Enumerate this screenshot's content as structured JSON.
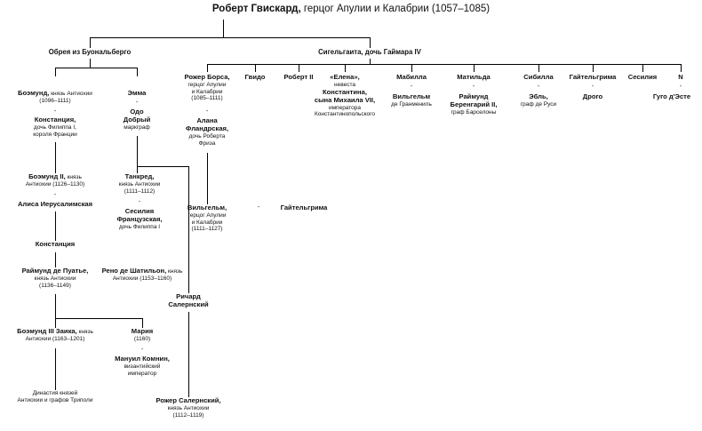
{
  "diagram": {
    "title_bold": "Роберт Гвискард,",
    "title_rest": " герцог Апулии и Калабрии (1057–1085)",
    "dash": "-",
    "wives": {
      "left": "Обрея из Буональберго",
      "right": "Сигельгаита, дочь Гаймара IV"
    },
    "nodes": {
      "boemund1_a": "Боэмунд,",
      "boemund1_b": " князь Антиохии",
      "boemund1_c": "(1096–1111)",
      "konstanciya_fr_a": "Констанция,",
      "konstanciya_fr_b": "дочь Филиппа I,",
      "konstanciya_fr_c": "короля Франции",
      "emma": "Эмма",
      "odo_a": "Одо",
      "odo_b": "Добрый",
      "odo_c": "маркграф",
      "boemund2_a": "Боэмунд II,",
      "boemund2_b": " князь",
      "boemund2_c": "Антиохии",
      "boemund2_d": " (1126–1130)",
      "alisa": "Алиса Иерусалимская",
      "konstanciya2": "Констанция",
      "tankred_a": "Танкред,",
      "tankred_b": "князь Антиохии",
      "tankred_c": "(1111–1112)",
      "sesiliya_fr_a": "Сесилия",
      "sesiliya_fr_b": "Французская,",
      "sesiliya_fr_c": "дочь Филиппа I",
      "raymund_puatie_a": "Раймунд де Пуатье,",
      "raymund_puatie_b": "князь Антиохии",
      "raymund_puatie_c": "(1136–1149)",
      "reno_a": "Рено де Шатильон,",
      "reno_b": " князь",
      "reno_c": "Антиохии",
      "reno_d": " (1153–1160)",
      "boemund3_a": "Боэмунд III Заика,",
      "boemund3_b": " князь",
      "boemund3_c": "Антиохии",
      "boemund3_d": " (1163–1201)",
      "mariya_a": "Мария",
      "mariya_b": "(1160)",
      "manuil_a": "Мануил Комнин,",
      "manuil_b": "византийский",
      "manuil_c": "император",
      "dinastiya_a": "Династия князей",
      "dinastiya_b": "Антиохии и графов Триполи",
      "richard_a": "Ричард",
      "richard_b": "Салернский",
      "roger_sal_a": "Рожер Салернский,",
      "roger_sal_b": "князь Антиохии",
      "roger_sal_c": "(1112–1119)",
      "roger_borsa_a": "Рожер Борса,",
      "roger_borsa_b": "герцог Апулии",
      "roger_borsa_c": "и Калабрии",
      "roger_borsa_d": "(1085–1111)",
      "alana_a": "Алана",
      "alana_b": "Фландрская,",
      "alana_c": "дочь Роберта",
      "alana_d": "Фриза",
      "vilgelm_a": "Вильгельм,",
      "vilgelm_b": "герцог Апулии",
      "vilgelm_c": "и Калабрии",
      "vilgelm_d": "(1111–1127)",
      "gaytelgrima_w": "Гайтельгрима",
      "gvido": "Гвидо",
      "robert2": "Роберт II",
      "elena_a": "«Елена»,",
      "elena_b": "невеста",
      "elena_c": "Константина,",
      "elena_d": "сына Михаила VII,",
      "elena_e": "императора",
      "elena_f": "Константинопольского",
      "mabilla": "Мабилла",
      "vilgelm_granmenil_a": "Вильгельм",
      "vilgelm_granmenil_b": "де Гранмениль",
      "matilda": "Матильда",
      "raymund_beren_a": "Раймунд",
      "raymund_beren_b": "Беренгарий II,",
      "raymund_beren_c": "граф Барселоны",
      "sibilla": "Сибилла",
      "ebl_a": "Эбль,",
      "ebl_b": "граф де Руси",
      "gaytelgrima2": "Гайтельгрима",
      "drogo": "Дрого",
      "sesiliya2": "Сесилия",
      "n": "N",
      "gugo": "Гуго д'Эсте"
    }
  }
}
